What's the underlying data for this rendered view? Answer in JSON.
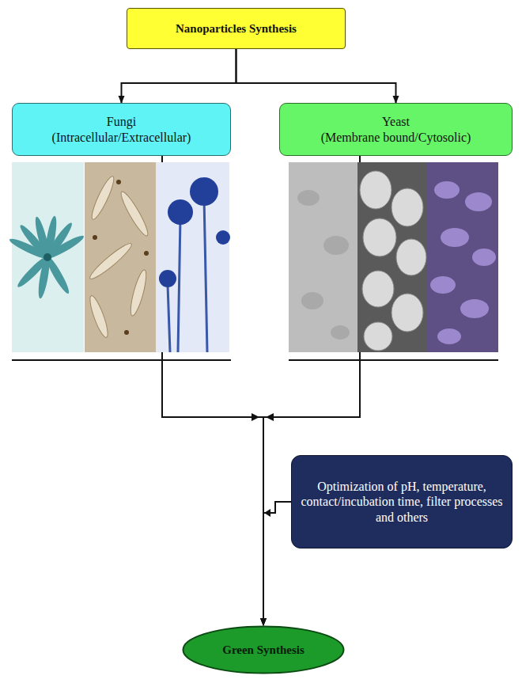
{
  "diagram": {
    "nodes": [
      {
        "text": [
          "Nanoparticles Synthesis"
        ]
      },
      {
        "text": [
          "Fungi",
          "(Intracellular/Extracellular)"
        ]
      },
      {
        "text": [
          "Yeast",
          "(Membrane bound/Cytosolic)"
        ]
      },
      {
        "text": [
          "Optimization of pH, temperature, contact/incubation time, filter processes and others"
        ]
      },
      {
        "text": [
          "Green Synthesis"
        ]
      }
    ],
    "edges": [
      {
        "from": 0,
        "to": 1,
        "arrow": "to"
      },
      {
        "from": 0,
        "to": 2,
        "arrow": "to"
      },
      {
        "from": 1,
        "to": 4,
        "arrow": "to"
      },
      {
        "from": 2,
        "to": 4,
        "arrow": "to"
      },
      {
        "from": 3,
        "to": 4,
        "arrow": "to"
      }
    ]
  }
}
